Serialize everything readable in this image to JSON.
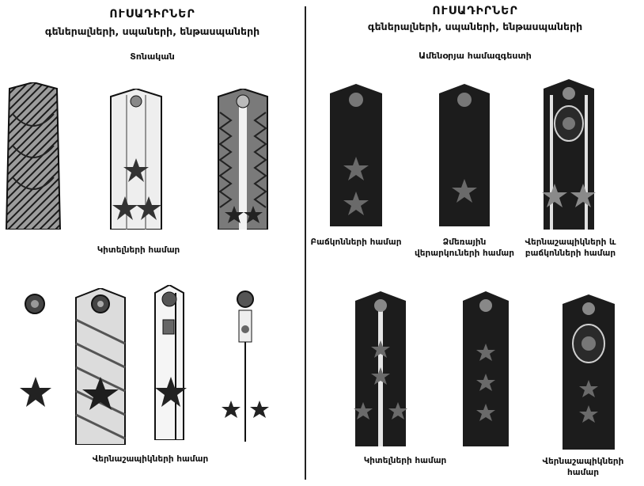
{
  "left": {
    "title": "ՈՒՍԱԴԻՐՆԵՐ",
    "subtitle": "գեներալների, սպաների, ենթասպաների",
    "section": "Տոնական",
    "caption_top": "Կիտելների համար",
    "caption_bottom": "Վերնաշապիկների համար"
  },
  "right": {
    "title": "ՈՒՍԱԴԻՐՆԵՐ",
    "subtitle": "գեներալների, սպաների, ենթասպաների",
    "section": "Ամենօրյա համազգեստի",
    "caption_coats": "Բաճկոնների համար",
    "caption_winter_1": "Ձմեռային",
    "caption_winter_2": "վերարկուների համար",
    "caption_shirts": "Վերնաշապիկների և բաճկոնների համար",
    "caption_tunics": "Կիտելների համար",
    "caption_shirts2": "Վերնաշապիկների համար"
  },
  "colors": {
    "ink": "#111111",
    "dark_strap": "#1c1c1c",
    "light_strap": "#d9d9d9"
  }
}
